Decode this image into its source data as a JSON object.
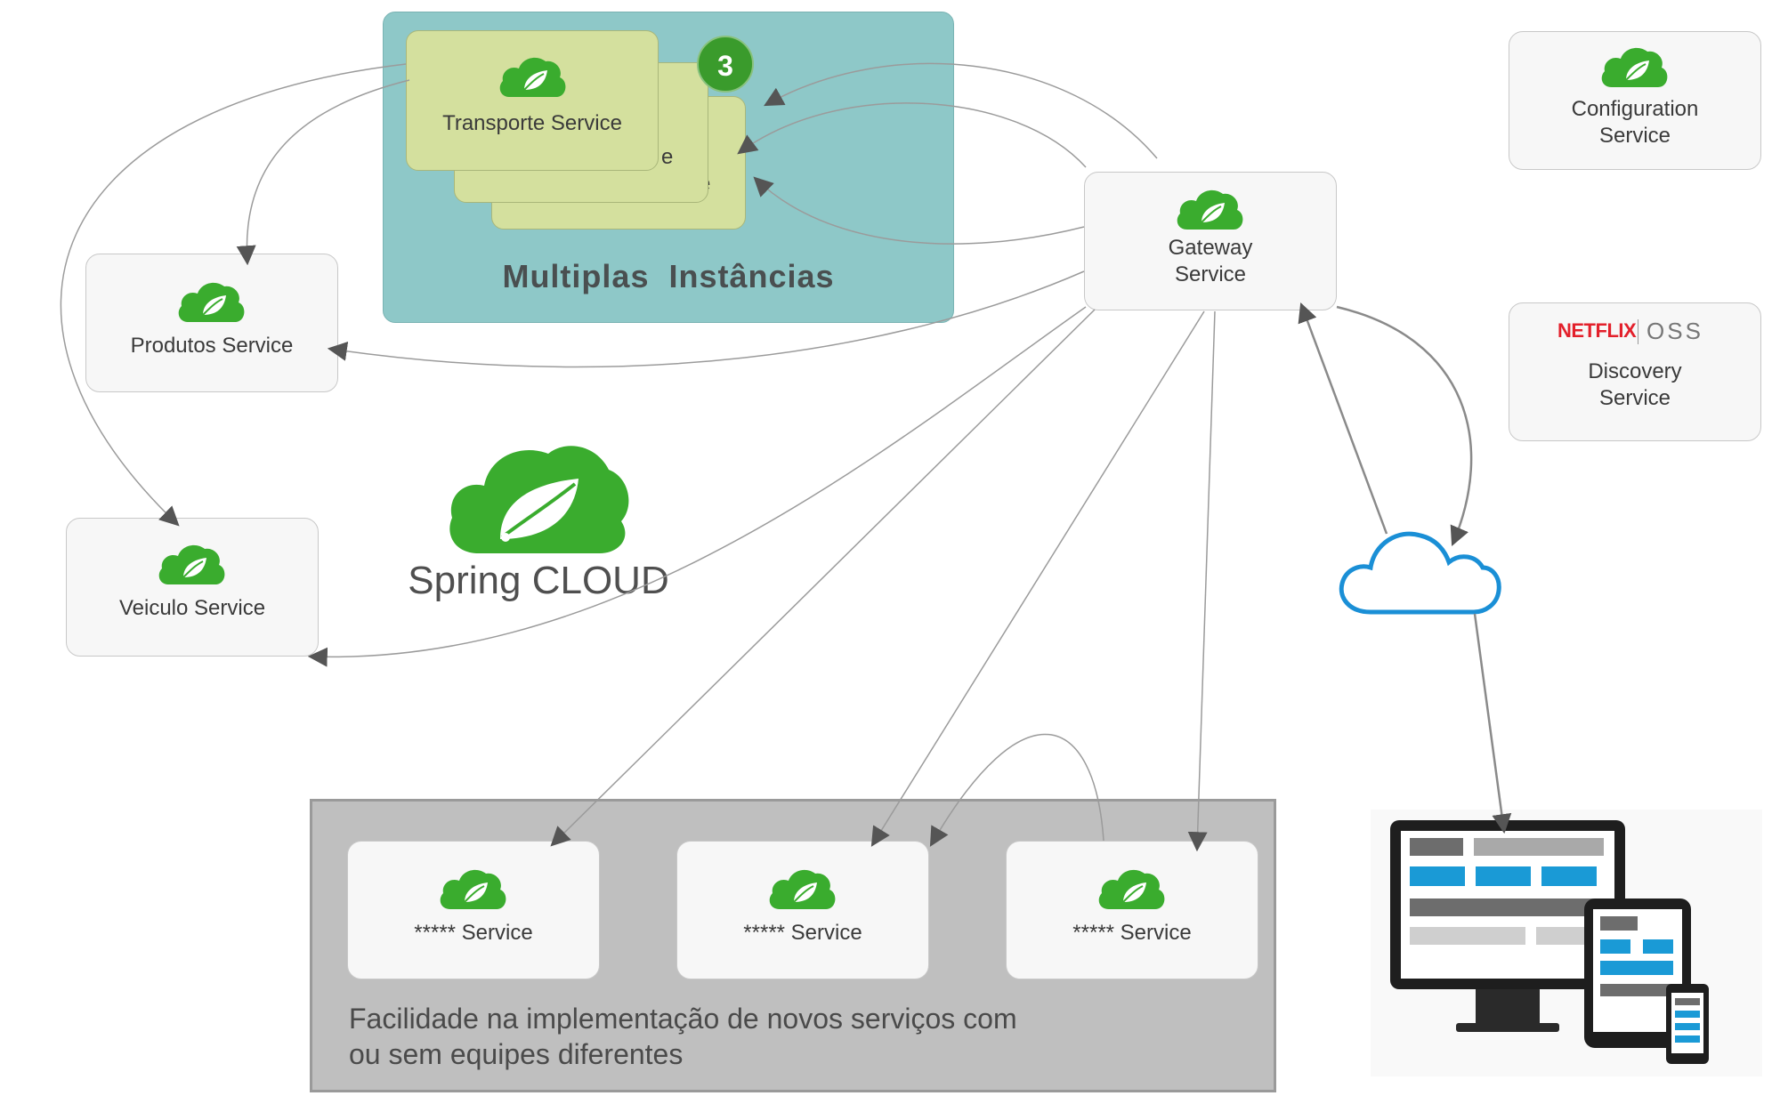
{
  "regions": {
    "multiplas": "Multiplas  Instâncias",
    "facilidade_line1": "Facilidade na implementação de novos serviços com",
    "facilidade_line2": "ou sem equipes diferentes"
  },
  "badge": "3",
  "transport": {
    "label": "Transporte Service",
    "partial2": "e",
    "partial3": "e"
  },
  "services": {
    "gateway": [
      "Gateway",
      "Service"
    ],
    "config": [
      "Configuration",
      "Service"
    ],
    "discovery": [
      "Discovery",
      "Service"
    ],
    "produtos": "Produtos Service",
    "veiculo": "Veiculo Service",
    "generic1": "***** Service",
    "generic2": "***** Service",
    "generic3": "***** Service"
  },
  "netflix": {
    "brand": "NETFLIX",
    "suffix": "OSS",
    "brand_color": "#e3202b"
  },
  "spring": {
    "title": "Spring CLOUD",
    "color": "#3aac2e"
  },
  "colors": {
    "leaf_green": "#3aac2e",
    "cloud_blue": "#1a8fd6",
    "teal": "#8ec8c8",
    "gray_region": "#bfbfbf"
  }
}
